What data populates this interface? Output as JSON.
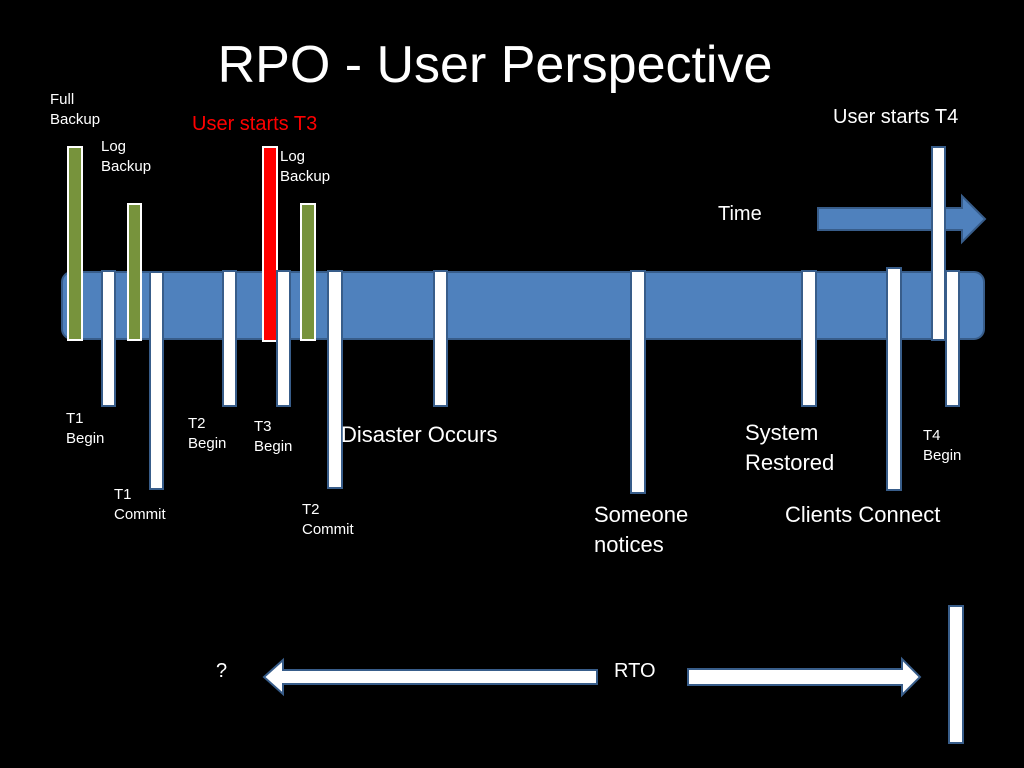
{
  "slide": {
    "title": "RPO - User Perspective"
  },
  "labels": {
    "full_backup": [
      "Full",
      "Backup"
    ],
    "log_backup_1": [
      "Log",
      "Backup"
    ],
    "log_backup_2": [
      "Log",
      "Backup"
    ],
    "user_starts_t3": "User starts T3",
    "user_starts_t4": "User starts T4",
    "time": "Time",
    "t1_begin": [
      "T1",
      "Begin"
    ],
    "t1_commit": [
      "T1",
      "Commit"
    ],
    "t2_begin": [
      "T2",
      "Begin"
    ],
    "t3_begin": [
      "T3",
      "Begin"
    ],
    "t2_commit": [
      "T2",
      "Commit"
    ],
    "disaster_occurs": "Disaster Occurs",
    "someone_notices": [
      "Someone",
      "notices"
    ],
    "system_restored": [
      "System",
      "Restored"
    ],
    "clients_connect": "Clients Connect",
    "t4_begin": [
      "T4",
      "Begin"
    ],
    "question": "?",
    "rto": "RTO"
  },
  "colors": {
    "background": "#000000",
    "timeline": "#4f81bd",
    "timeline_border": "#385d8a",
    "backup_marker": "#77933c",
    "t3_marker": "#ff0000",
    "event_marker": "#ffffff",
    "text": "#ffffff",
    "highlight_text": "#ff0000"
  },
  "icons": {
    "time_arrow": "right-arrow-icon",
    "rto_left_arrow": "left-arrow-icon",
    "rto_right_arrow": "right-arrow-icon"
  }
}
